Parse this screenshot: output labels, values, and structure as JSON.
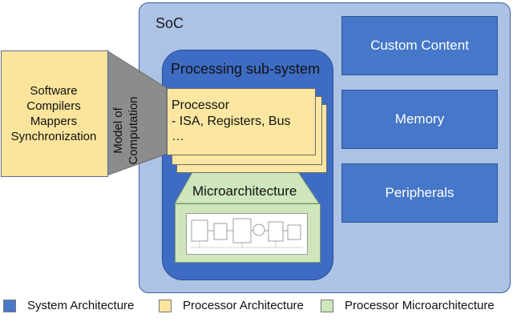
{
  "soc": {
    "label": "SoC"
  },
  "side_blocks": {
    "custom_content": "Custom Content",
    "memory": "Memory",
    "peripherals": "Peripherals"
  },
  "processing_subsystem": {
    "label": "Processing sub-system"
  },
  "processor": {
    "title": "Processor",
    "line1": "- ISA, Registers, Bus",
    "line2": "…"
  },
  "microarchitecture": {
    "label": "Microarchitecture"
  },
  "software": {
    "lines": [
      "Software",
      "Compilers",
      "Mappers",
      "Synchronization"
    ]
  },
  "model_of_computation": {
    "lines": [
      "Model of",
      "Computation"
    ]
  },
  "legend": {
    "system": "System Architecture",
    "processor": "Processor Architecture",
    "micro": "Processor Microarchitecture"
  },
  "colors": {
    "system": "#4677c8",
    "processor": "#fbe49c",
    "micro": "#cfe6bd",
    "soc_fill": "#adc3e6",
    "funnel": "#8c8c8c"
  }
}
